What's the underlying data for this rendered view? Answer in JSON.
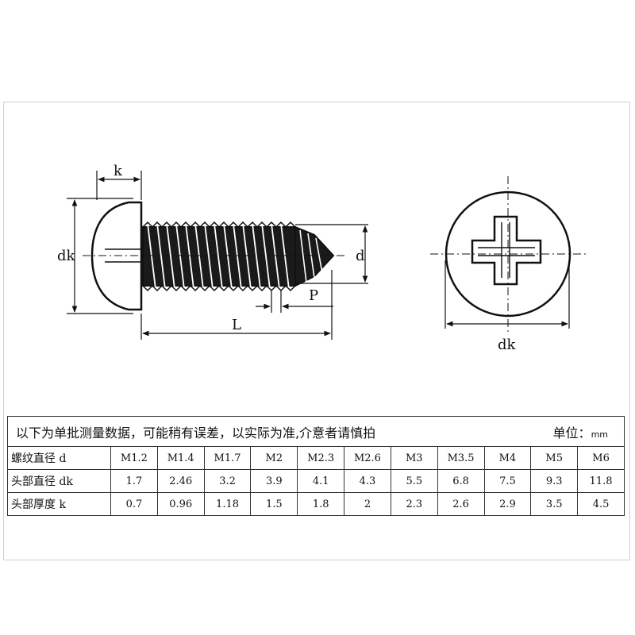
{
  "drawing": {
    "label_k": "k",
    "label_dk_side": "dk",
    "label_d": "d",
    "label_P": "P",
    "label_L": "L",
    "label_dk_top": "dk"
  },
  "table": {
    "note": "以下为单批测量数据，可能稍有误差，以实际为准,介意者请慎拍",
    "unit_label": "单位：",
    "unit_value": "mm",
    "rows": [
      {
        "header": "螺纹直径 d",
        "cells": [
          "M1.2",
          "M1.4",
          "M1.7",
          "M2",
          "M2.3",
          "M2.6",
          "M3",
          "M3.5",
          "M4",
          "M5",
          "M6"
        ]
      },
      {
        "header": "头部直径 dk",
        "cells": [
          "1.7",
          "2.46",
          "3.2",
          "3.9",
          "4.1",
          "4.3",
          "5.5",
          "6.8",
          "7.5",
          "9.3",
          "11.8"
        ]
      },
      {
        "header": "头部厚度 k",
        "cells": [
          "0.7",
          "0.96",
          "1.18",
          "1.5",
          "1.8",
          "2",
          "2.3",
          "2.6",
          "2.9",
          "3.5",
          "4.5"
        ]
      }
    ]
  }
}
